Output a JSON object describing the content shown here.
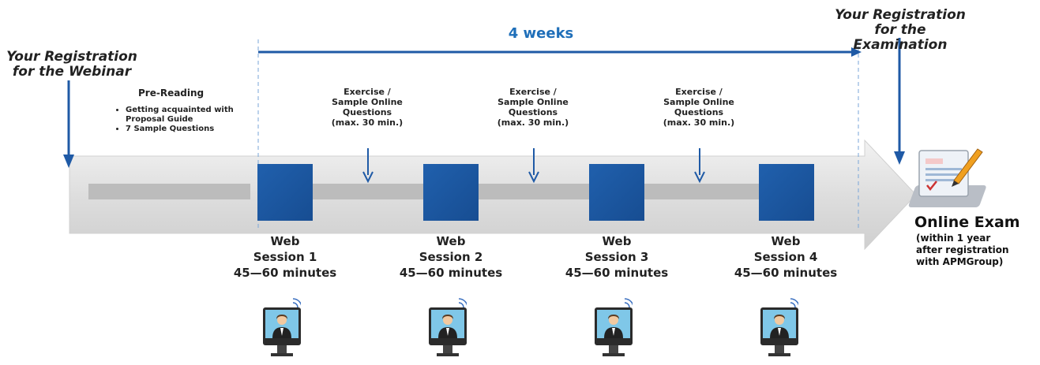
{
  "registration_webinar": {
    "line1": "Your Registration",
    "line2": "for the Webinar"
  },
  "registration_exam": {
    "line1": "Your Registration",
    "line2": "for the Examination"
  },
  "duration_label": "4 weeks",
  "pre_reading": {
    "title": "Pre-Reading",
    "items": [
      "Getting acquainted with Proposal Guide",
      "7 Sample Questions"
    ]
  },
  "exercises": [
    {
      "line1": "Exercise /",
      "line2": "Sample Online",
      "line3": "Questions",
      "line4": "(max. 30 min.)"
    },
    {
      "line1": "Exercise /",
      "line2": "Sample Online",
      "line3": "Questions",
      "line4": "(max. 30 min.)"
    },
    {
      "line1": "Exercise /",
      "line2": "Sample Online",
      "line3": "Questions",
      "line4": "(max. 30 min.)"
    }
  ],
  "sessions": [
    {
      "line1": "Web",
      "line2": "Session 1",
      "line3": "45—60 minutes"
    },
    {
      "line1": "Web",
      "line2": "Session 2",
      "line3": "45—60 minutes"
    },
    {
      "line1": "Web",
      "line2": "Session 3",
      "line3": "45—60 minutes"
    },
    {
      "line1": "Web",
      "line2": "Session 4",
      "line3": "45—60 minutes"
    }
  ],
  "online_exam": {
    "title": "Online Exam",
    "line1": "(within  1 year",
    "line2": "after registration",
    "line3": "with APMGroup)"
  },
  "colors": {
    "accent": "#1f5aa6",
    "session_box": "#1b55a0",
    "label_blue": "#1f6fb9"
  },
  "icons": [
    "arrow-down-icon",
    "monitor-person-icon",
    "wifi-icon",
    "exam-document-icon"
  ]
}
